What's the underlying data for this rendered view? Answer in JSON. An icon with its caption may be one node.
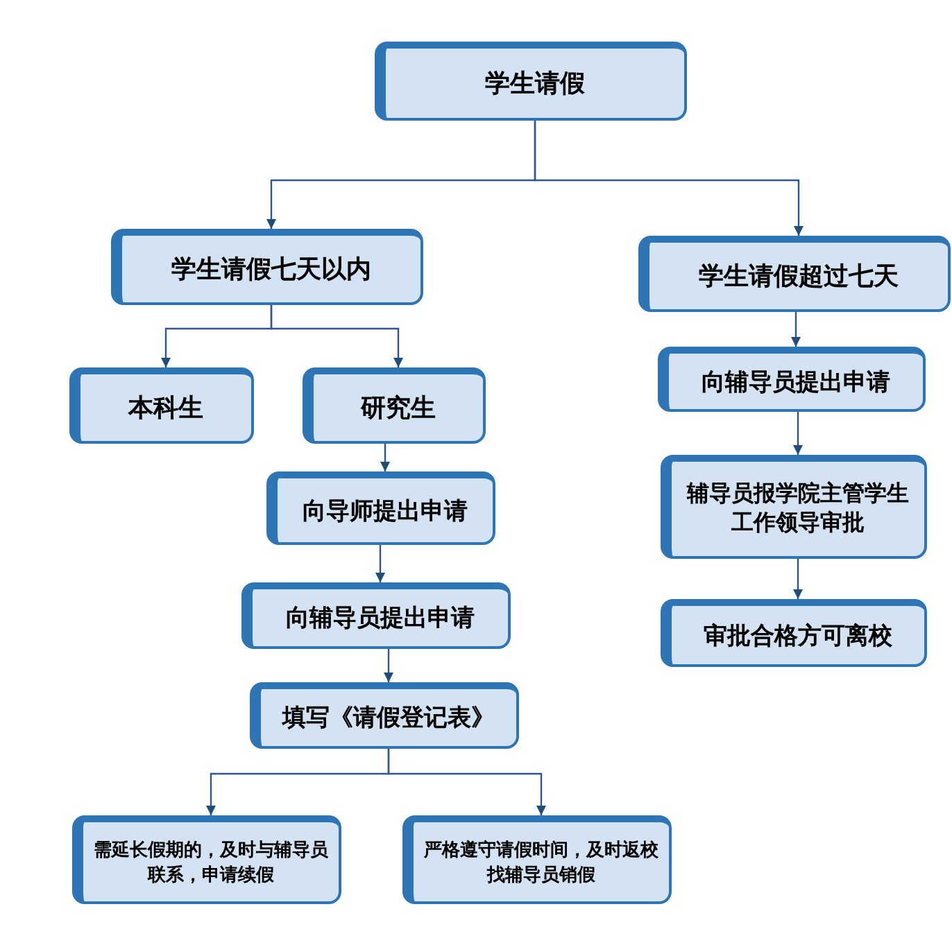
{
  "diagram": {
    "nodes": [
      {
        "text": [
          "学生请假"
        ]
      },
      {
        "text": [
          "学生请假七天以内"
        ]
      },
      {
        "text": [
          "学生请假超过七天"
        ]
      },
      {
        "text": [
          "本科生"
        ]
      },
      {
        "text": [
          "研究生"
        ]
      },
      {
        "text": [
          "向导师提出申请"
        ]
      },
      {
        "text": [
          "向辅导员提出申请"
        ]
      },
      {
        "text": [
          "填写《请假登记表》"
        ]
      },
      {
        "text": [
          "需延长假期的，及时与辅导员联系，申请续假"
        ]
      },
      {
        "text": [
          "严格遵守请假时间，及时返校找辅导员销假"
        ]
      },
      {
        "text": [
          "向辅导员提出申请"
        ]
      },
      {
        "text": [
          "辅导员报学院主管学生工作领导审批"
        ]
      },
      {
        "text": [
          "审批合格方可离校"
        ]
      }
    ],
    "edges": [
      {
        "from": 0,
        "to": 1,
        "arrow": "to"
      },
      {
        "from": 0,
        "to": 2,
        "arrow": "to"
      },
      {
        "from": 1,
        "to": 3,
        "arrow": "to"
      },
      {
        "from": 1,
        "to": 4,
        "arrow": "to"
      },
      {
        "from": 4,
        "to": 5,
        "arrow": "to"
      },
      {
        "from": 5,
        "to": 6,
        "arrow": "to"
      },
      {
        "from": 6,
        "to": 7,
        "arrow": "to"
      },
      {
        "from": 7,
        "to": 8,
        "arrow": "to"
      },
      {
        "from": 7,
        "to": 9,
        "arrow": "to"
      },
      {
        "from": 2,
        "to": 10,
        "arrow": "to"
      },
      {
        "from": 10,
        "to": 11,
        "arrow": "to"
      },
      {
        "from": 11,
        "to": 12,
        "arrow": "to"
      }
    ]
  }
}
